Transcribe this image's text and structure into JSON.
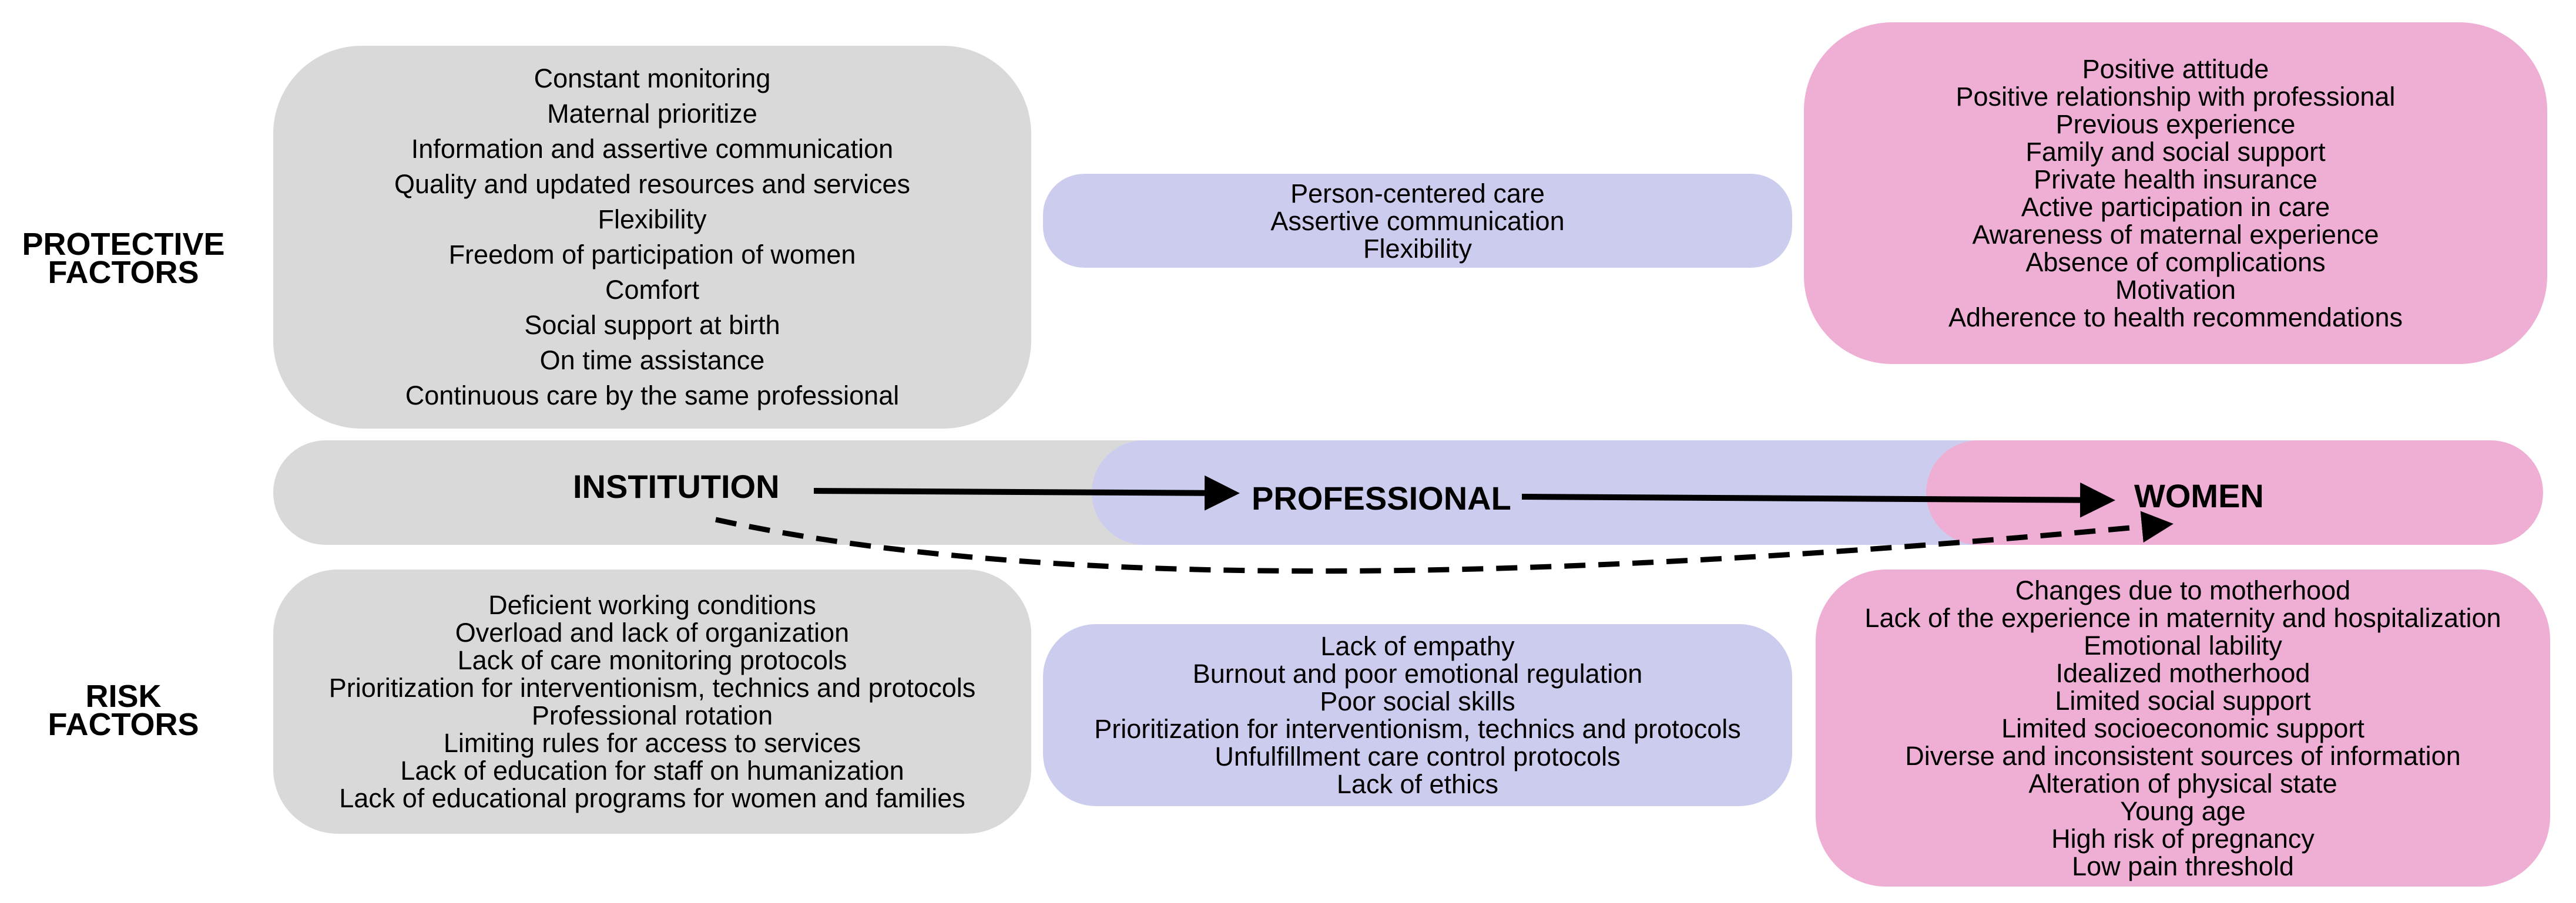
{
  "labels": {
    "protective": [
      "PROTECTIVE",
      "FACTORS"
    ],
    "risk": [
      "RISK",
      "FACTORS"
    ]
  },
  "nodes": {
    "institution": "INSTITUTION",
    "professional": "PROFESSIONAL",
    "women": "WOMEN"
  },
  "protective": {
    "institution": [
      "Constant monitoring",
      "Maternal prioritize",
      "Information and assertive communication",
      "Quality and updated resources and services",
      "Flexibility",
      "Freedom of participation of women",
      "Comfort",
      "Social support at birth",
      "On time assistance",
      "Continuous care by the same professional"
    ],
    "professional": [
      "Person-centered care",
      "Assertive communication",
      "Flexibility"
    ],
    "women": [
      "Positive attitude",
      "Positive relationship with professional",
      "Previous experience",
      "Family and social support",
      "Private health insurance",
      "Active participation in care",
      "Awareness of maternal experience",
      "Absence of complications",
      "Motivation",
      "Adherence to health recommendations"
    ]
  },
  "risk": {
    "institution": [
      "Deficient working conditions",
      "Overload and lack of organization",
      "Lack of care monitoring protocols",
      "Prioritization for interventionism, technics and protocols",
      "Professional rotation",
      "Limiting rules for access to services",
      "Lack of education for staff on humanization",
      "Lack of educational programs for women and families"
    ],
    "professional": [
      "Lack of empathy",
      "Burnout and poor emotional regulation",
      "Poor social skills",
      "Prioritization for interventionism, technics and protocols",
      "Unfulfillment care control protocols",
      "Lack of ethics"
    ],
    "women": [
      "Changes due to motherhood",
      "Lack of the experience in maternity and hospitalization",
      "Emotional lability",
      "Idealized  motherhood",
      "Limited social support",
      "Limited socioeconomic support",
      "Diverse and inconsistent sources of information",
      "Alteration of physical state",
      "Young age",
      "High risk of pregnancy",
      "Low pain threshold"
    ]
  },
  "colors": {
    "institution": "#d9d9d9",
    "professional": "#cccdee",
    "women": "#efaed3",
    "arrow": "#000000"
  }
}
